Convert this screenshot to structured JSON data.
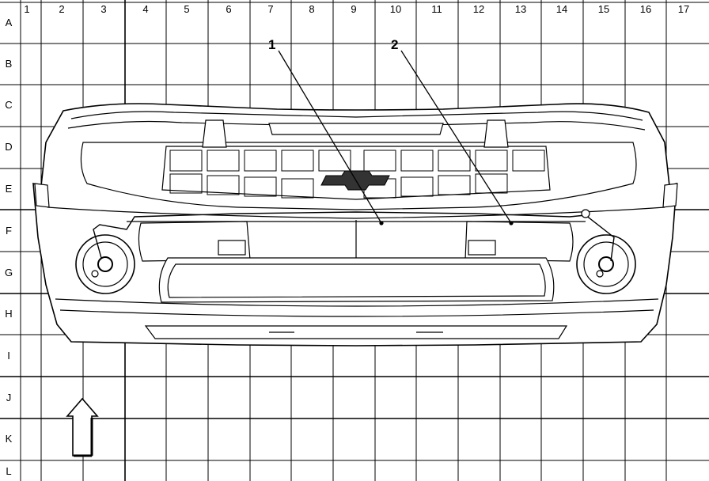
{
  "grid": {
    "columns": [
      "1",
      "2",
      "3",
      "4",
      "5",
      "6",
      "7",
      "8",
      "9",
      "10",
      "11",
      "12",
      "13",
      "14",
      "15",
      "16",
      "17"
    ],
    "rows": [
      "A",
      "B",
      "C",
      "D",
      "E",
      "F",
      "G",
      "H",
      "I",
      "J",
      "K",
      "L"
    ]
  },
  "callouts": [
    {
      "label": "1"
    },
    {
      "label": "2"
    }
  ],
  "drawing": {
    "orientation_arrow": "up-arrow-icon"
  }
}
